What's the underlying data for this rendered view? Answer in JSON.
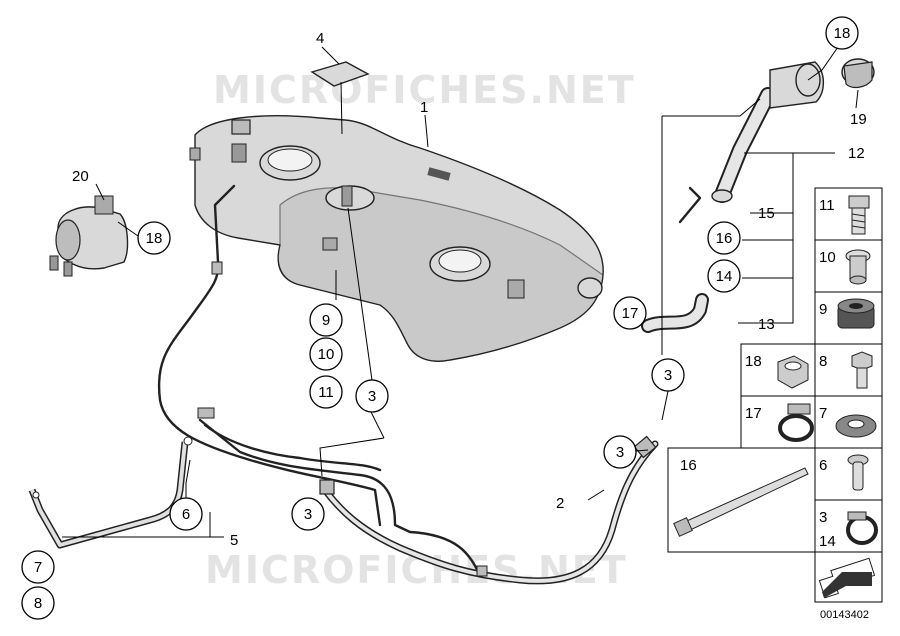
{
  "watermark": "MICROFICHES.NET",
  "reference_code": "00143402",
  "callouts": {
    "c1": "1",
    "c2": "2",
    "c3a": "3",
    "c3b": "3",
    "c3c": "3",
    "c3d": "3",
    "c4": "4",
    "c5": "5",
    "c6": "6",
    "c7": "7",
    "c8": "8",
    "c9": "9",
    "c10": "10",
    "c11": "11",
    "c12": "12",
    "c13": "13",
    "c14": "14",
    "c15": "15",
    "c16": "16",
    "c17": "17",
    "c18a": "18",
    "c18b": "18",
    "c19": "19",
    "c20": "20"
  },
  "legend": {
    "r11": "11",
    "r10": "10",
    "r9": "9",
    "r18": "18",
    "r8": "8",
    "r17": "17",
    "r7": "7",
    "r16": "16",
    "r6": "6",
    "r3": "3",
    "r14": "14"
  }
}
